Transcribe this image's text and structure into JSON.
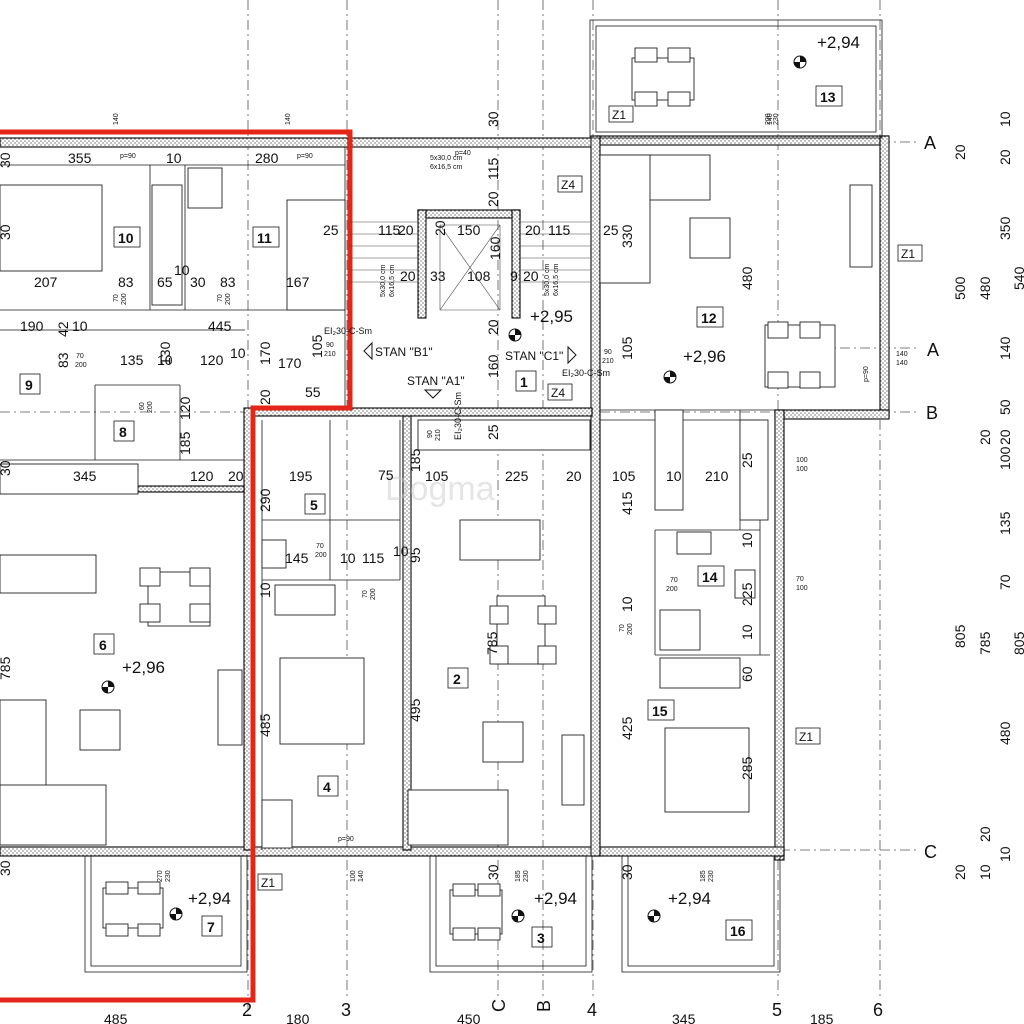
{
  "rooms": [
    {
      "id": "r1",
      "label": "1"
    },
    {
      "id": "r2",
      "label": "2"
    },
    {
      "id": "r3",
      "label": "3"
    },
    {
      "id": "r4",
      "label": "4"
    },
    {
      "id": "r5",
      "label": "5"
    },
    {
      "id": "r6",
      "label": "6"
    },
    {
      "id": "r7",
      "label": "7"
    },
    {
      "id": "r8",
      "label": "8"
    },
    {
      "id": "r9",
      "label": "9"
    },
    {
      "id": "r10",
      "label": "10"
    },
    {
      "id": "r11",
      "label": "11"
    },
    {
      "id": "r12",
      "label": "12"
    },
    {
      "id": "r13",
      "label": "13"
    },
    {
      "id": "r14",
      "label": "14"
    },
    {
      "id": "r15",
      "label": "15"
    },
    {
      "id": "r16",
      "label": "16"
    }
  ],
  "levels": {
    "l_top": "+2,94",
    "l_stair": "+2,95",
    "l_12": "+2,96",
    "l_6": "+2,96",
    "l_7": "+2,94",
    "l_3": "+2,94",
    "l_16": "+2,94"
  },
  "apartments": {
    "a1": "STAN \"A1\"",
    "b1": "STAN \"B1\"",
    "c1": "STAN \"C1\""
  },
  "door_ratings": {
    "d_b1": "EI₂30-C-Sm",
    "d_a1": "EI₂30-C-Sm",
    "d_c1": "EI₂30-C-Sm"
  },
  "tags": {
    "z4a": "Z4",
    "z4b": "Z4",
    "z1a": "Z1",
    "z1b": "Z1",
    "z1c": "Z1",
    "z1d": "Z1"
  },
  "axes": {
    "a_top": "A",
    "a_mid": "A",
    "b": "B",
    "c": "C",
    "n2": "2",
    "n3": "3",
    "nC": "C",
    "nB": "B",
    "n4": "4",
    "n5": "5",
    "n6": "6"
  },
  "stair_spec": {
    "s1": "5x30,0 cm",
    "s2": "6x16,5 cm",
    "s3": "5x30,0 cm",
    "s4": "6x16,5 cm",
    "s5": "5x30,0 cm",
    "s6": "6x16,5 cm"
  },
  "dimensions": {
    "d355": "355",
    "d10a": "10",
    "d280": "280",
    "d207": "207",
    "d83a": "83",
    "d65": "65",
    "d10b": "10",
    "d30a": "30",
    "d83b": "83",
    "d167": "167",
    "d445": "445",
    "d190": "190",
    "d42": "42",
    "d10c": "10",
    "d83c": "83",
    "d135": "135",
    "d10d": "10",
    "d130": "130",
    "d120a": "120",
    "d10e": "10",
    "d170a": "170",
    "d170b": "170",
    "d105a": "105",
    "d55": "55",
    "d20a": "20",
    "d120b": "120",
    "d185a": "185",
    "d120c": "120",
    "d20b": "20",
    "d345": "345",
    "d195": "195",
    "d75": "75",
    "d290": "290",
    "d145": "145",
    "d10f": "10",
    "d115a": "115",
    "d10g": "10",
    "d95": "95",
    "d185b": "185",
    "d105b": "105",
    "d225": "225",
    "d20c": "20",
    "d10h": "10",
    "d785a": "785",
    "d485a": "485",
    "d495": "495",
    "d115b": "115",
    "d150": "150",
    "d20d": "20",
    "d115c": "115",
    "d25a": "25",
    "d20e": "20",
    "d25b": "25",
    "d20f": "20",
    "d160": "160",
    "d330": "330",
    "d33": "33",
    "d108": "108",
    "d20g": "20",
    "d20h": "20",
    "d20i": "20",
    "d9": "9",
    "d30b": "30",
    "d115d": "115",
    "d20j": "20",
    "d20k": "20",
    "d160b": "160",
    "d25c": "25",
    "d480a": "480",
    "d105c": "105",
    "d105d": "105",
    "d10i": "10",
    "d210": "210",
    "d415": "415",
    "d25d": "25",
    "d10j": "10",
    "d225b": "225",
    "d10k": "10",
    "d60": "60",
    "d10l": "10",
    "d425": "425",
    "d285": "285",
    "d20m": "20",
    "d10m": "10",
    "d350": "350",
    "d500": "500",
    "d480b": "480",
    "d540": "540",
    "d140": "140",
    "d50": "50",
    "d20n": "20",
    "d100": "100",
    "d135b": "135",
    "d70": "70",
    "d785b": "785",
    "d805a": "805",
    "d805b": "805",
    "d480c": "480",
    "d20o": "20",
    "d10n": "10",
    "d20p": "20",
    "d10o": "10",
    "d30c": "30",
    "d30d": "30",
    "d30e": "30",
    "d30f": "30",
    "d30g": "30",
    "d30h": "30",
    "b485": "485",
    "b180": "180",
    "b450": "450",
    "b345": "345",
    "b185": "185",
    "d785c": "785",
    "d485b": "485"
  },
  "small_labels": {
    "p90a": "p=90",
    "p90b": "p=90",
    "p90c": "p=40",
    "p90d": "p=90",
    "p90e": "p=90",
    "w140a": "140",
    "w140b": "140",
    "w140c": "140",
    "dw70a": "70",
    "dw200a": "200",
    "dw70b": "70",
    "dw200b": "200",
    "dw70c": "70",
    "dw200c": "200",
    "dw70d": "70",
    "dw200d": "200",
    "dw60": "60",
    "dw200e": "200",
    "dw90a": "90",
    "dw210a": "210",
    "dw90b": "90",
    "dw210b": "210",
    "dw90c": "90",
    "dw210c": "210",
    "dw70e": "70",
    "dw200f": "200",
    "dw70f": "70",
    "dw200g": "200",
    "dw70g": "70",
    "dw200h": "200",
    "dw100a": "100",
    "dw100b": "100",
    "dw70h": "70",
    "dw100c": "100",
    "dw270": "270",
    "dw230a": "230",
    "dw100d": "100",
    "dw140d": "140",
    "dw185a": "185",
    "dw230b": "230",
    "dw185b": "185",
    "dw230c": "230",
    "dw200i": "200",
    "dw230d": "230",
    "dw140e": "140",
    "dw140f": "140"
  },
  "watermark": "Dogma"
}
